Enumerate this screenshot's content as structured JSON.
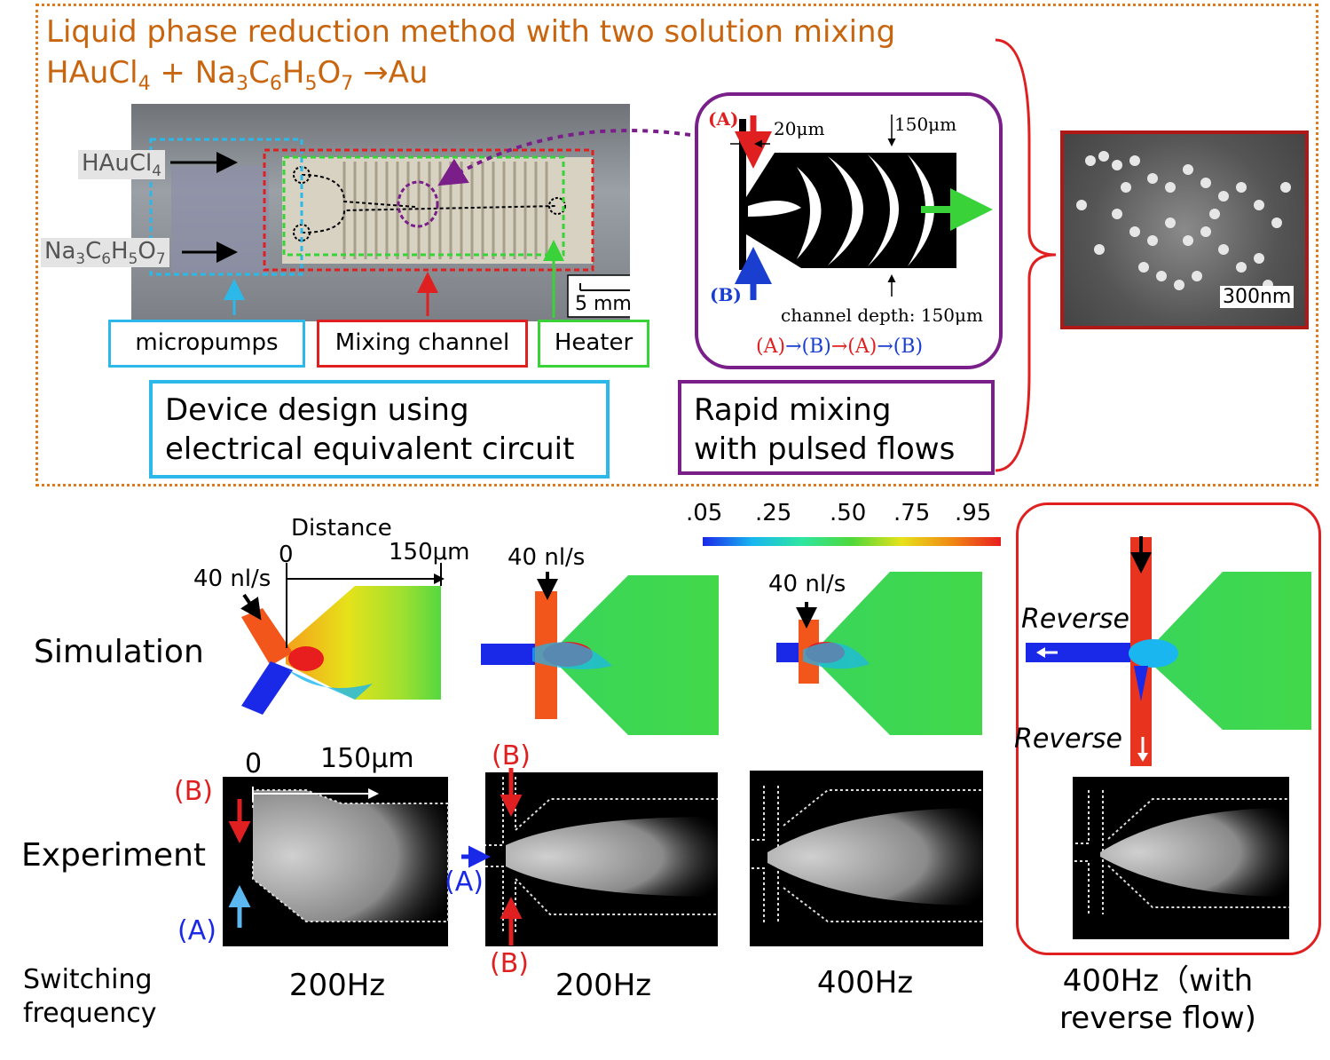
{
  "title": {
    "line1": "Liquid phase reduction method with two solution mixing",
    "eq_parts": [
      "HAuCl",
      "4",
      " + Na",
      "3",
      "C",
      "6",
      "H",
      "5",
      "O",
      "7",
      " →Au"
    ]
  },
  "device": {
    "inlet1_parts": [
      "HAuCl",
      "4"
    ],
    "inlet2_parts": [
      "Na",
      "3",
      "C",
      "6",
      "H",
      "5",
      "O",
      "7"
    ],
    "scale": "5 mm",
    "labels": {
      "micropumps": "micropumps",
      "mixing": "Mixing channel",
      "heater": "Heater"
    },
    "design_text": [
      "Device design using",
      "electrical equivalent circuit"
    ]
  },
  "inset": {
    "a": "(A)",
    "b": "(B)",
    "w20": "20μm",
    "w150": "150μm",
    "depth": "channel depth: 150μm",
    "seq": [
      "(A)",
      "→",
      "(B)",
      "→",
      "(A)",
      "→",
      "(B)"
    ]
  },
  "rapid_text": [
    "Rapid mixing",
    "with pulsed flows"
  ],
  "sem": {
    "scale": "300nm"
  },
  "colorbar": {
    "ticks": [
      ".05",
      ".25",
      ".50",
      ".75",
      ".95"
    ]
  },
  "sim": {
    "row_label": "Simulation",
    "distance": "Distance",
    "zero": "0",
    "len": "150μm",
    "flow": "40 nl/s",
    "reverse": "Reverse"
  },
  "exp": {
    "row_label": "Experiment",
    "zero": "0",
    "len": "150μm",
    "a": "(A)",
    "b": "(B)"
  },
  "freq": {
    "label": [
      "Switching",
      "frequency"
    ],
    "values": [
      "200Hz",
      "200Hz",
      "400Hz"
    ],
    "last": [
      "400Hz（with",
      "reverse flow)"
    ]
  },
  "colors": {
    "orange": "#e07a1f",
    "red": "#e02020",
    "purple": "#7a1f8a",
    "cyan": "#2cb8e8",
    "green": "#39d339"
  }
}
